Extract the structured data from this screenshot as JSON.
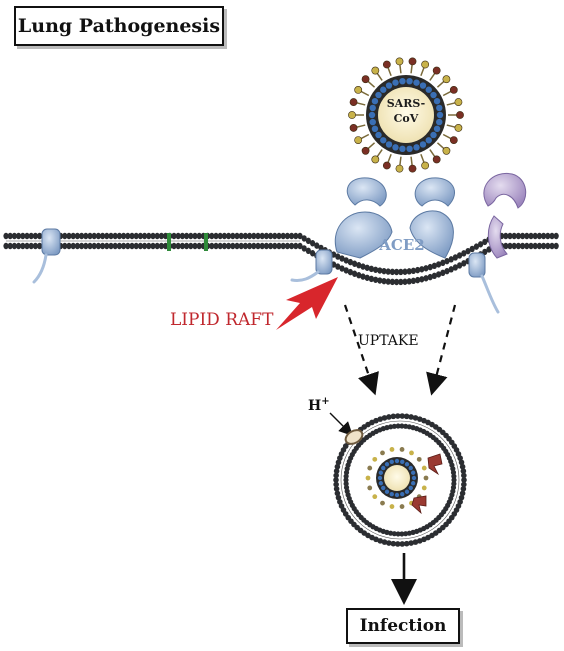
{
  "title": "Lung Pathogenesis",
  "virus_label_line1": "SARS-",
  "virus_label_line2": "CoV",
  "receptor_label": "ACE2",
  "lipid_raft_label": "LIPID RAFT",
  "uptake_label": "UPTAKE",
  "proton_label": "H",
  "proton_sup": "+",
  "outcome_label": "Infection",
  "colors": {
    "membrane": "#2b2d31",
    "receptor": "#a9bfdc",
    "receptor_dark": "#6f8fb8",
    "lipid_raft_text": "#c0272d",
    "arrow_red": "#d8262c",
    "virus_core": "#f4ecc8",
    "virus_ring": "#3a6fb5",
    "spike_red": "#7a2f24",
    "spike_gold": "#c8b24a",
    "other_receptor": "#b9a8cf"
  }
}
